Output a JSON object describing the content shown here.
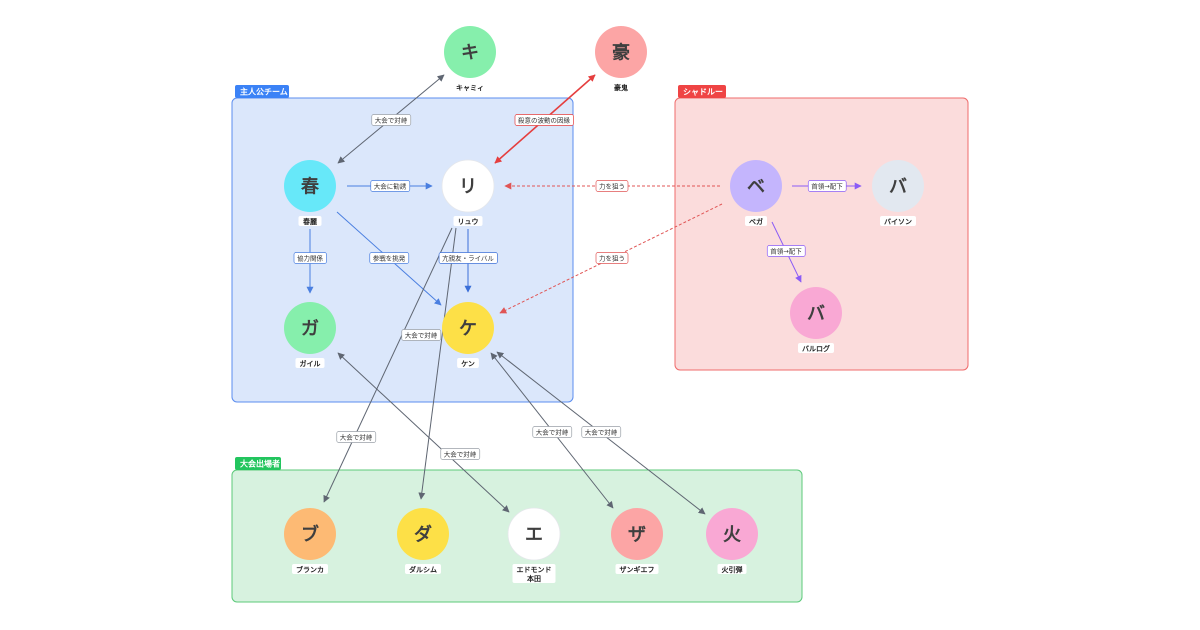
{
  "groups": [
    {
      "id": "protagonists",
      "title": "主人公チーム",
      "fill": "#dbe7fb",
      "stroke": "#5b8def",
      "tag": "#3b82f6"
    },
    {
      "id": "shadaloo",
      "title": "シャドルー",
      "fill": "#fbdcdc",
      "stroke": "#ef6b6b",
      "tag": "#ef4444"
    },
    {
      "id": "participants",
      "title": "大会出場者",
      "fill": "#d7f2df",
      "stroke": "#5cc97a",
      "tag": "#22c55e"
    }
  ],
  "nodes": [
    {
      "id": "cammy",
      "letter": "キ",
      "label": [
        "キャミィ"
      ],
      "color": "#86efac",
      "text_color": "#3f3f3f"
    },
    {
      "id": "gouki",
      "letter": "豪",
      "label": [
        "豪鬼"
      ],
      "color": "#fca5a5",
      "text_color": "#3f3f3f"
    },
    {
      "id": "chunli",
      "letter": "春",
      "label": [
        "春麗"
      ],
      "color": "#67e8f9",
      "text_color": "#3f3f3f"
    },
    {
      "id": "ryu",
      "letter": "リ",
      "label": [
        "リュウ"
      ],
      "color": "#ffffff",
      "text_color": "#3f3f3f"
    },
    {
      "id": "guile",
      "letter": "ガ",
      "label": [
        "ガイル"
      ],
      "color": "#86efac",
      "text_color": "#3f3f3f"
    },
    {
      "id": "ken",
      "letter": "ケ",
      "label": [
        "ケン"
      ],
      "color": "#fde047",
      "text_color": "#3f3f3f"
    },
    {
      "id": "vega",
      "letter": "ベ",
      "label": [
        "ベガ"
      ],
      "color": "#c4b5fd",
      "text_color": "#3f3f3f"
    },
    {
      "id": "bison",
      "letter": "バ",
      "label": [
        "バイソン"
      ],
      "color": "#e2e8f0",
      "text_color": "#3f3f3f"
    },
    {
      "id": "balrog",
      "letter": "バ",
      "label": [
        "バルログ"
      ],
      "color": "#f9a8d4",
      "text_color": "#3f3f3f"
    },
    {
      "id": "blanka",
      "letter": "ブ",
      "label": [
        "ブランカ"
      ],
      "color": "#fdba74",
      "text_color": "#3f3f3f"
    },
    {
      "id": "dhalsim",
      "letter": "ダ",
      "label": [
        "ダルシム"
      ],
      "color": "#fde047",
      "text_color": "#3f3f3f"
    },
    {
      "id": "honda",
      "letter": "エ",
      "label": [
        "エドモンド",
        "本田"
      ],
      "color": "#ffffff",
      "text_color": "#3f3f3f"
    },
    {
      "id": "zangief",
      "letter": "ザ",
      "label": [
        "ザンギエフ"
      ],
      "color": "#fca5a5",
      "text_color": "#3f3f3f"
    },
    {
      "id": "fei",
      "letter": "火",
      "label": [
        "火引弾"
      ],
      "color": "#f9a8d4",
      "text_color": "#3f3f3f"
    }
  ],
  "edges": [
    {
      "id": "e-chunli-cammy",
      "from": "chunli",
      "to": "cammy",
      "label": "大会で対峙",
      "color": "#5f6672",
      "dashed": false,
      "both": true
    },
    {
      "id": "e-gouki-ryu",
      "from": "gouki",
      "to": "ryu",
      "label": "殺意の波動の因縁",
      "color": "#e53e3e",
      "dashed": false,
      "both": true
    },
    {
      "id": "e-chunli-ryu",
      "from": "chunli",
      "to": "ryu",
      "label": "大会に勧誘",
      "color": "#4a7fe0",
      "dashed": false,
      "both": false
    },
    {
      "id": "e-chunli-guile",
      "from": "chunli",
      "to": "guile",
      "label": "協力関係",
      "color": "#4a7fe0",
      "dashed": false,
      "both": false
    },
    {
      "id": "e-chunli-ken",
      "from": "chunli",
      "to": "ken",
      "label": "参戦を挑発",
      "color": "#4a7fe0",
      "dashed": false,
      "both": false
    },
    {
      "id": "e-ryu-ken",
      "from": "ryu",
      "to": "ken",
      "label": "亢親友・ライバル",
      "color": "#3b6fd8",
      "dashed": false,
      "both": false
    },
    {
      "id": "e-vega-ryu",
      "from": "vega",
      "to": "ryu",
      "label": "力を狙う",
      "color": "#e05555",
      "dashed": true,
      "both": false
    },
    {
      "id": "e-vega-ken",
      "from": "vega",
      "to": "ken",
      "label": "力を狙う",
      "color": "#e05555",
      "dashed": true,
      "both": false
    },
    {
      "id": "e-vega-bison",
      "from": "vega",
      "to": "bison",
      "label": "首領→配下",
      "color": "#8b5cf6",
      "dashed": false,
      "both": false
    },
    {
      "id": "e-vega-balrog",
      "from": "vega",
      "to": "balrog",
      "label": "首領→配下",
      "color": "#8b5cf6",
      "dashed": false,
      "both": false
    },
    {
      "id": "e-ryu-blanka",
      "from": "ryu",
      "to": "blanka",
      "label": "大会で対峙",
      "color": "#5f6672",
      "dashed": false,
      "both": false
    },
    {
      "id": "e-ryu-dhalsim",
      "from": "ryu",
      "to": "dhalsim",
      "label": "大会で対峙",
      "color": "#5f6672",
      "dashed": false,
      "both": false
    },
    {
      "id": "e-guile-honda",
      "from": "guile",
      "to": "honda",
      "label": "大会で対峙",
      "color": "#5f6672",
      "dashed": false,
      "both": true
    },
    {
      "id": "e-ken-zangief",
      "from": "ken",
      "to": "zangief",
      "label": "大会で対峙",
      "color": "#5f6672",
      "dashed": false,
      "both": true
    },
    {
      "id": "e-ken-fei",
      "from": "ken",
      "to": "fei",
      "label": "大会で対峙",
      "color": "#5f6672",
      "dashed": false,
      "both": true
    }
  ]
}
